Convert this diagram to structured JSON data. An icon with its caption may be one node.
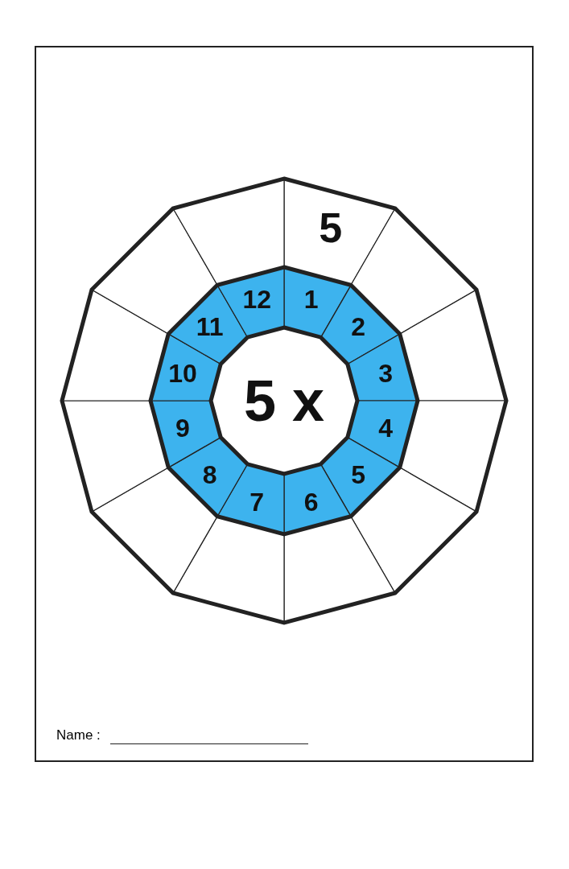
{
  "diagram": {
    "nodes": [
      {
        "text": [
          "5 x"
        ]
      },
      {
        "text": [
          "1"
        ]
      },
      {
        "text": [
          "2"
        ]
      },
      {
        "text": [
          "3"
        ]
      },
      {
        "text": [
          "4"
        ]
      },
      {
        "text": [
          "5"
        ]
      },
      {
        "text": [
          "6"
        ]
      },
      {
        "text": [
          "7"
        ]
      },
      {
        "text": [
          "8"
        ]
      },
      {
        "text": [
          "9"
        ]
      },
      {
        "text": [
          "10"
        ]
      },
      {
        "text": [
          "11"
        ]
      },
      {
        "text": [
          "12"
        ]
      },
      {
        "text": [
          "5"
        ]
      },
      {
        "text": [],
        "shape": "box"
      },
      {
        "text": [],
        "shape": "box"
      },
      {
        "text": [],
        "shape": "box"
      },
      {
        "text": [],
        "shape": "box"
      },
      {
        "text": [],
        "shape": "box"
      },
      {
        "text": [],
        "shape": "box"
      },
      {
        "text": [],
        "shape": "box"
      },
      {
        "text": [],
        "shape": "box"
      },
      {
        "text": [],
        "shape": "box"
      },
      {
        "text": [],
        "shape": "box"
      },
      {
        "text": [],
        "shape": "box"
      }
    ],
    "labels": [
      "Name :"
    ]
  }
}
